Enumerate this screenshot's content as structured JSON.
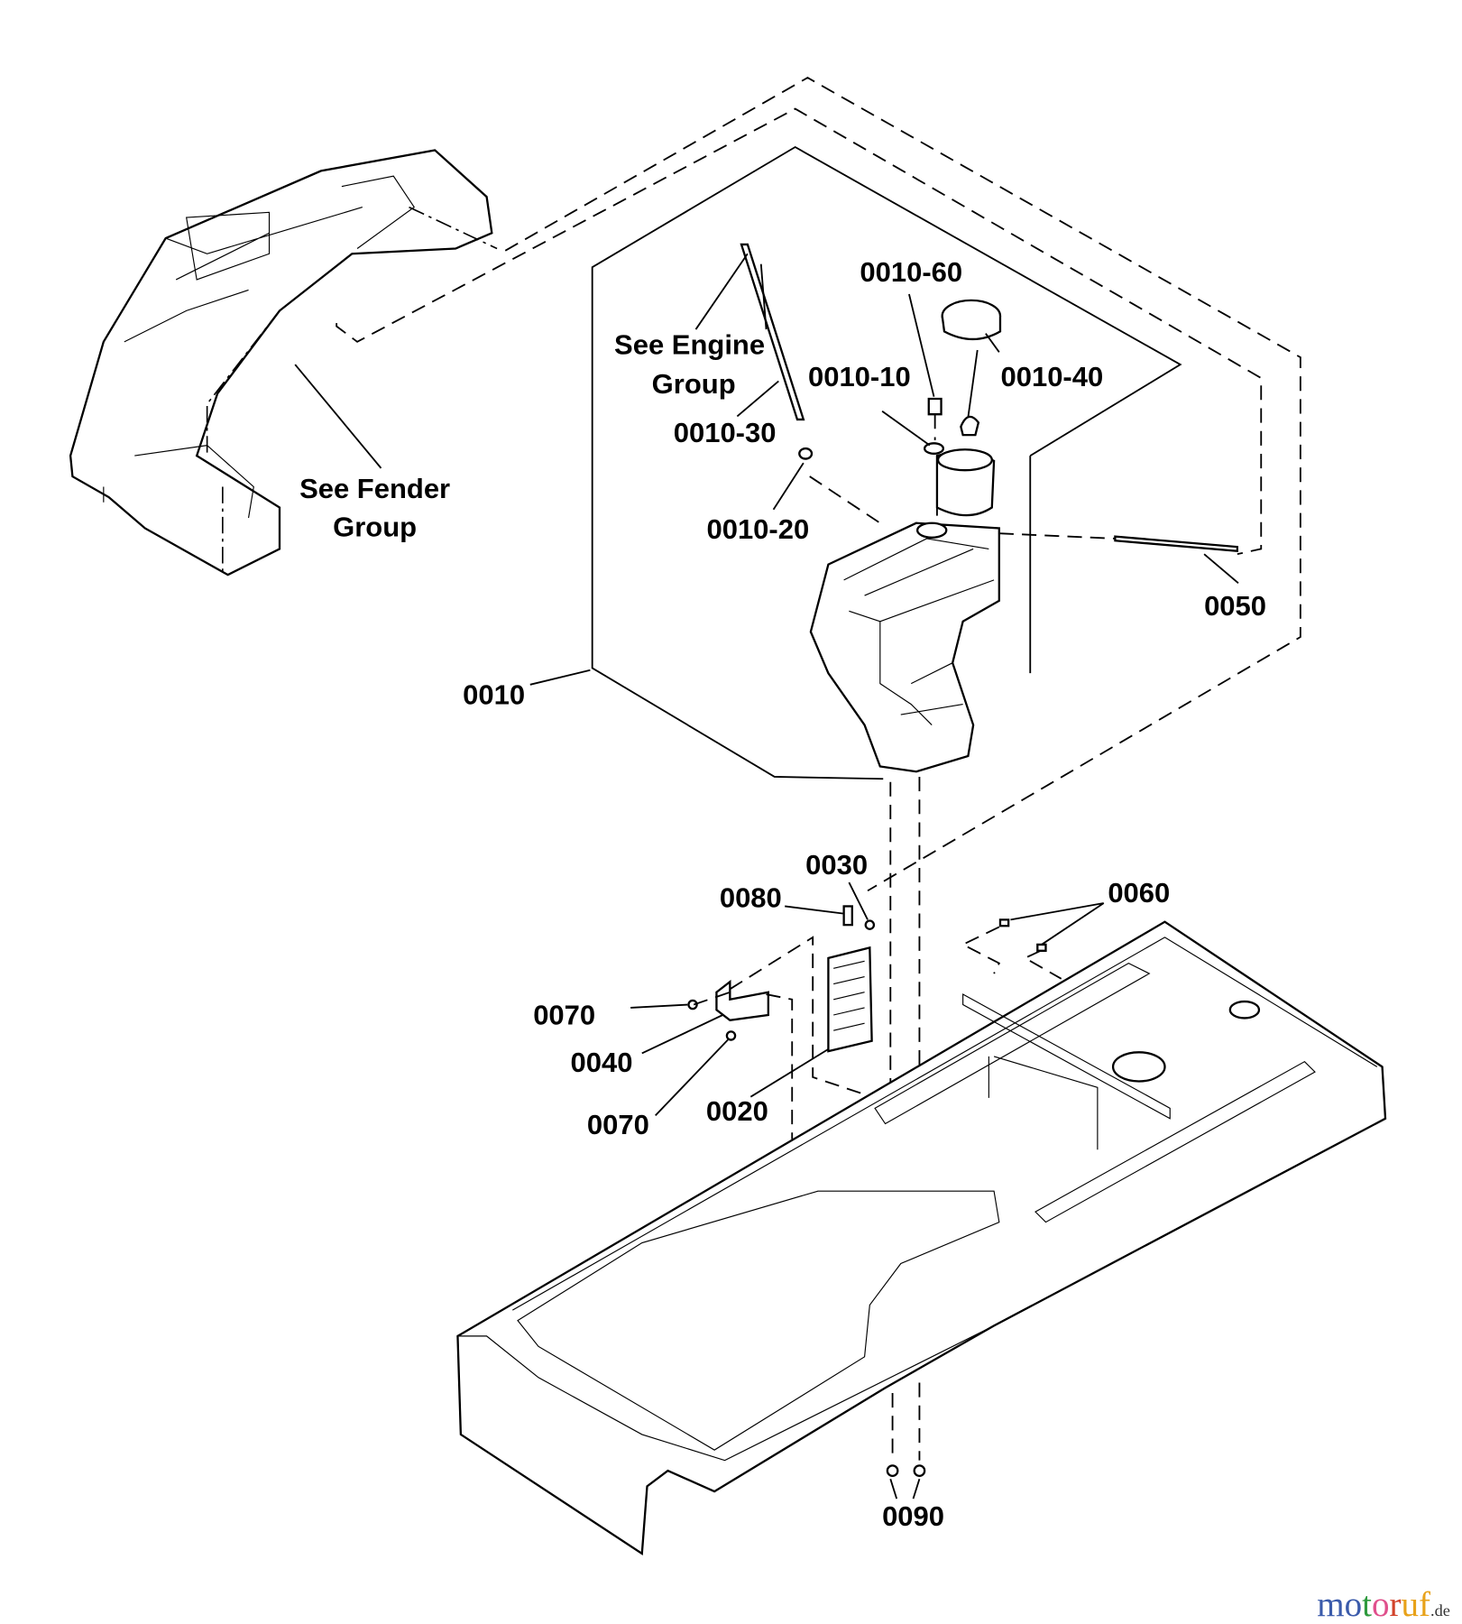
{
  "diagram": {
    "labels": {
      "see_fender_group_1": "See Fender",
      "see_fender_group_2": "Group",
      "see_engine_group_1": "See Engine",
      "see_engine_group_2": "Group",
      "p0010_60": "0010-60",
      "p0010_10": "0010-10",
      "p0010_40": "0010-40",
      "p0010_30": "0010-30",
      "p0010_20": "0010-20",
      "p0050": "0050",
      "p0010": "0010",
      "p0030": "0030",
      "p0080": "0080",
      "p0060": "0060",
      "p0070a": "0070",
      "p0040": "0040",
      "p0070b": "0070",
      "p0020": "0020",
      "p0090": "0090"
    }
  },
  "watermark": {
    "letters": [
      "m",
      "o",
      "t",
      "o",
      "r",
      "u",
      "f"
    ],
    "suffix": ".de",
    "colors": [
      "#3b5bab",
      "#3b5bab",
      "#2e9a3e",
      "#e0508c",
      "#d2432a",
      "#e8a21a",
      "#e8a21a"
    ]
  }
}
